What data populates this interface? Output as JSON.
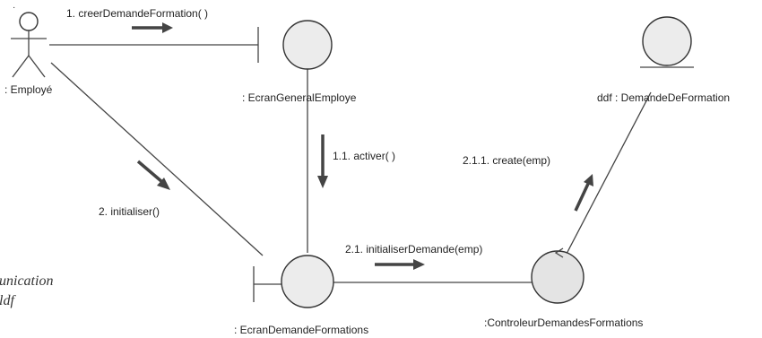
{
  "actor": {
    "label": ": Employé",
    "mark": "·"
  },
  "objects": {
    "ecran_general": {
      "label": ": EcranGeneralEmploye",
      "stereotype": "boundary"
    },
    "ecran_demande": {
      "label": ": EcranDemandeFormations",
      "stereotype": "boundary"
    },
    "controleur": {
      "label": ":ControleurDemandesFormations",
      "stereotype": "control"
    },
    "demande": {
      "label": "ddf : DemandeDeFormation",
      "stereotype": "entity"
    }
  },
  "messages": [
    {
      "label": "1. creerDemandeFormation( )"
    },
    {
      "label": "1.1. activer( )"
    },
    {
      "label": "2. initialiser()"
    },
    {
      "label": "2.1. initialiserDemande(emp)"
    },
    {
      "label": "2.1.1. create(emp)"
    }
  ],
  "caption": {
    "line1": "unication",
    "line2": "ldf"
  },
  "colors": {
    "object_fill": "#ececec",
    "controller_fill": "#e4e4e4",
    "line": "#444444"
  }
}
